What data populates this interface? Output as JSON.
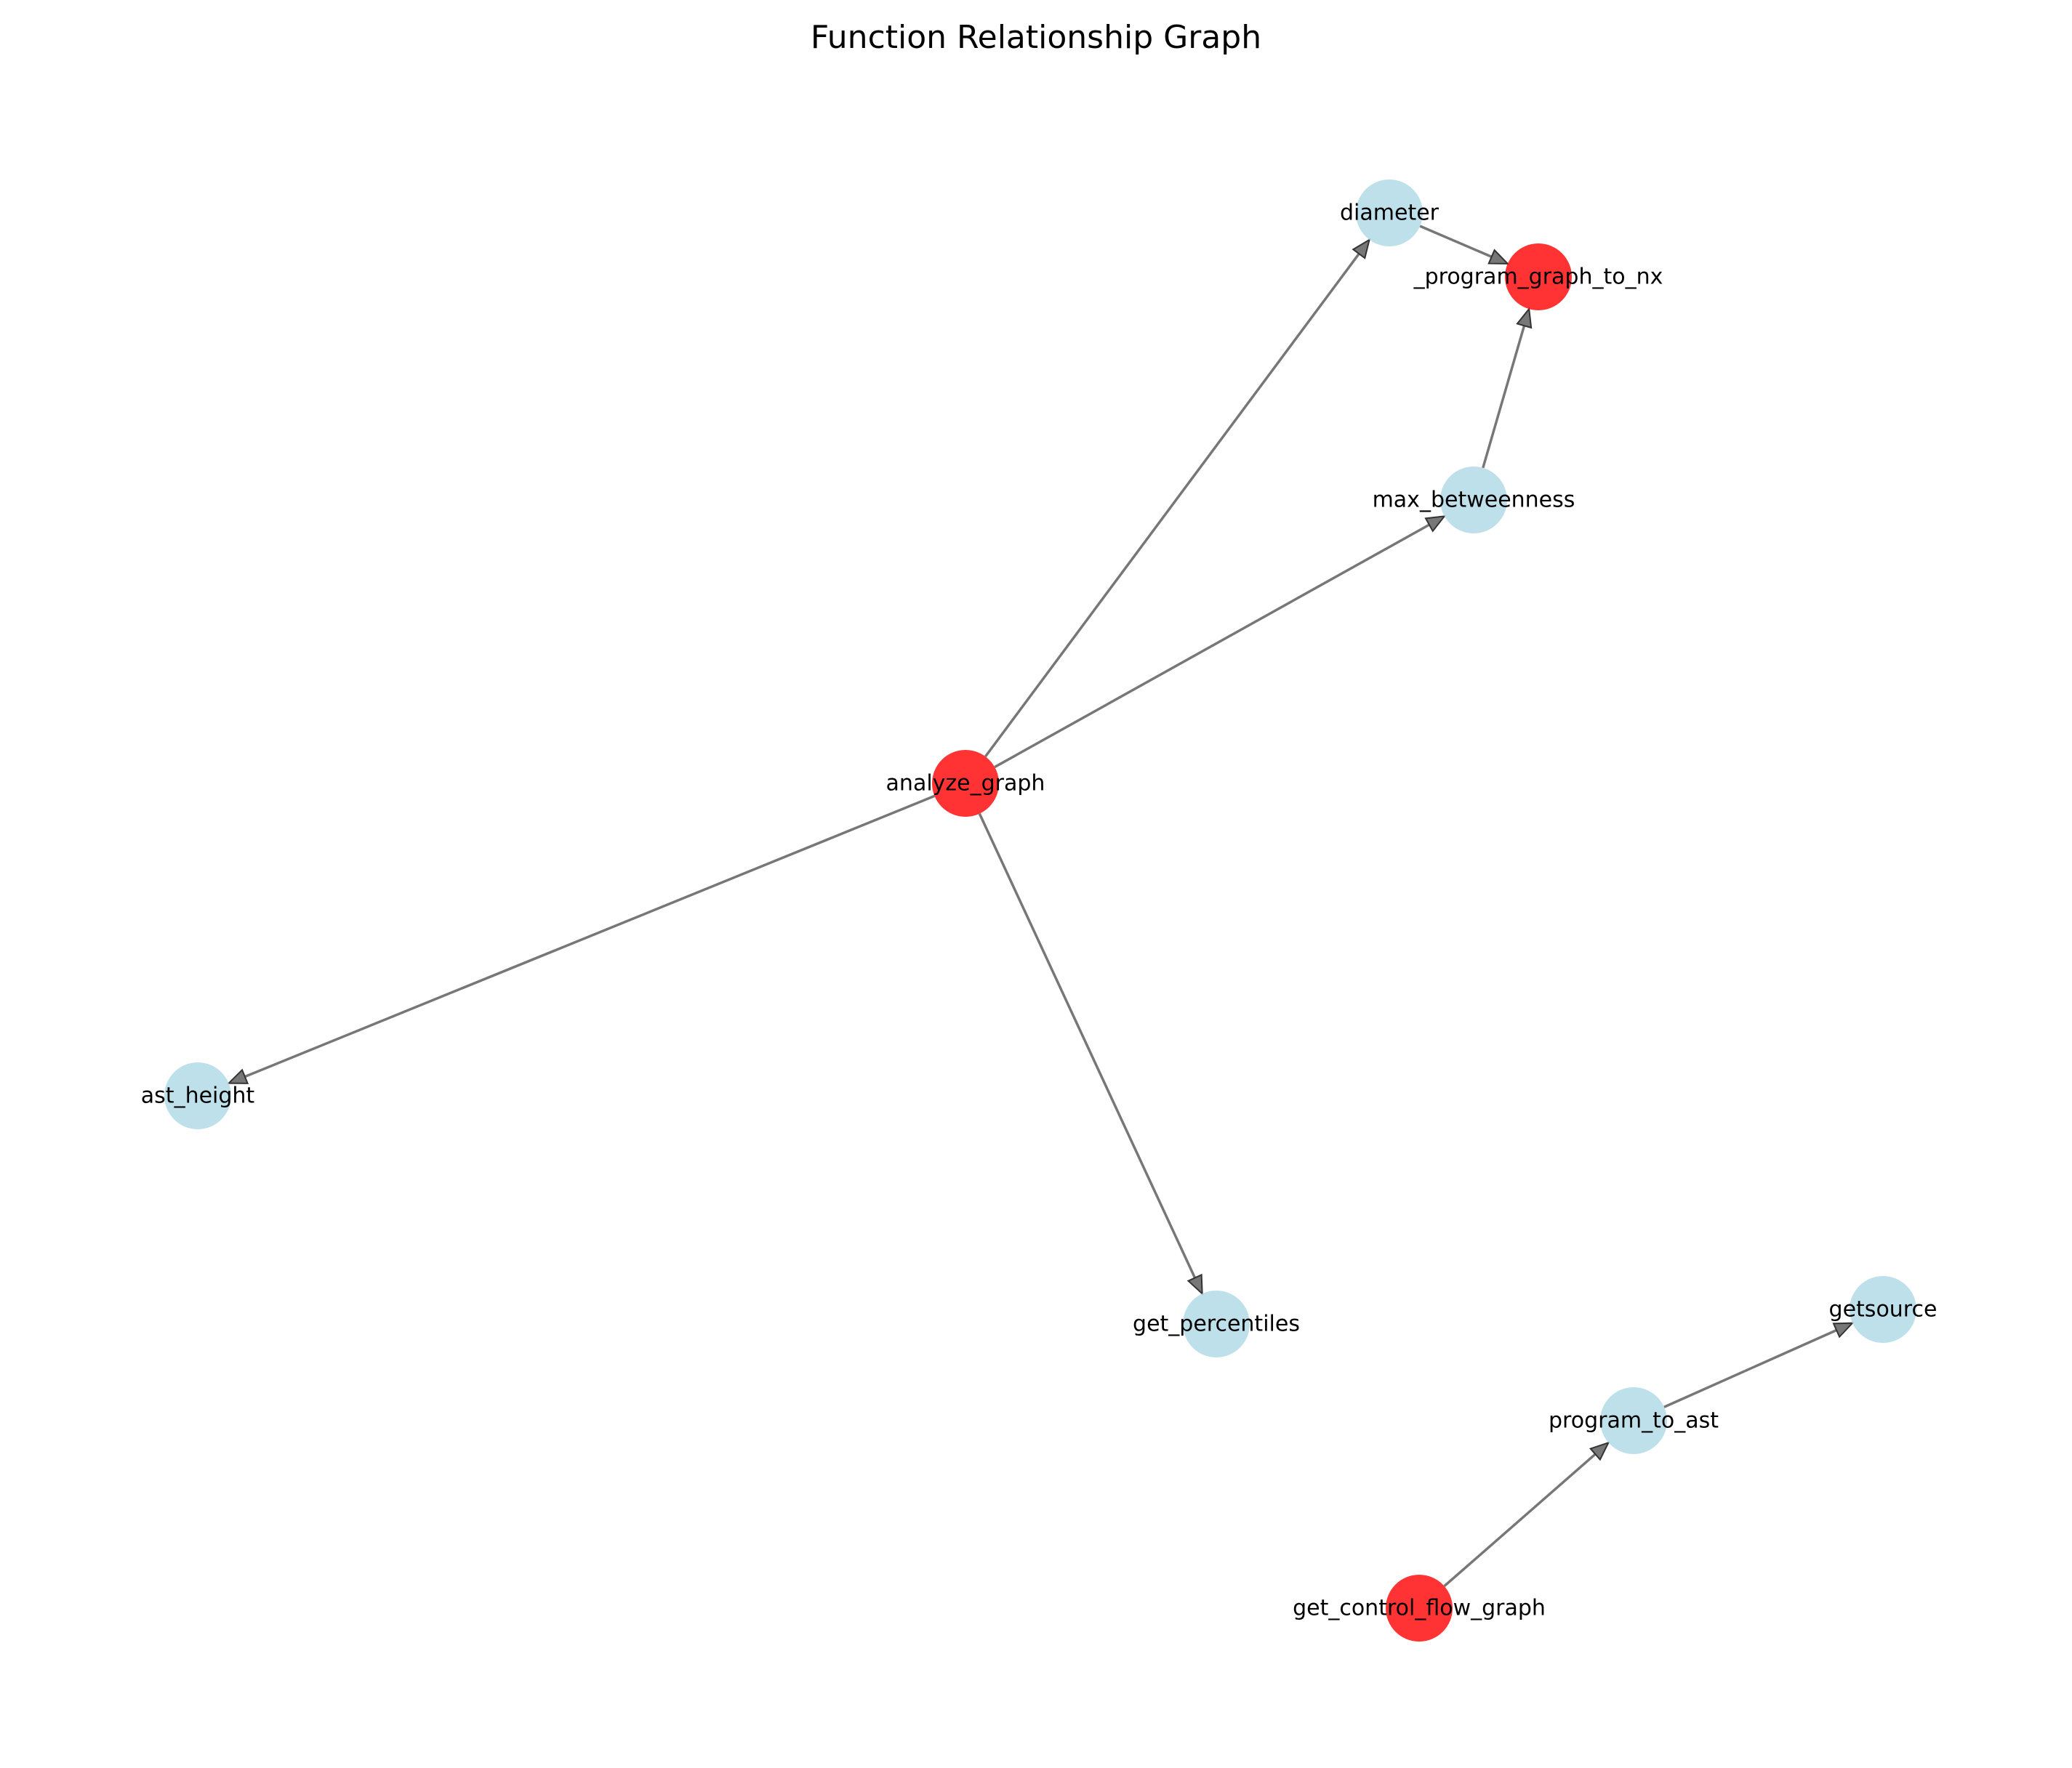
{
  "title": "Function Relationship Graph",
  "colors": {
    "highlight_node": "#ff0000",
    "default_node": "#add8e6",
    "edge": "#555555"
  },
  "nodes": [
    {
      "id": "diameter",
      "label": "diameter",
      "highlight": false
    },
    {
      "id": "_program_graph_to_nx",
      "label": "_program_graph_to_nx",
      "highlight": true
    },
    {
      "id": "max_betweenness",
      "label": "max_betweenness",
      "highlight": false
    },
    {
      "id": "analyze_graph",
      "label": "analyze_graph",
      "highlight": true
    },
    {
      "id": "ast_height",
      "label": "ast_height",
      "highlight": false
    },
    {
      "id": "get_percentiles",
      "label": "get_percentiles",
      "highlight": false
    },
    {
      "id": "getsource",
      "label": "getsource",
      "highlight": false
    },
    {
      "id": "program_to_ast",
      "label": "program_to_ast",
      "highlight": false
    },
    {
      "id": "get_control_flow_graph",
      "label": "get_control_flow_graph",
      "highlight": true
    }
  ],
  "edges": [
    {
      "source": "analyze_graph",
      "target": "diameter"
    },
    {
      "source": "analyze_graph",
      "target": "max_betweenness"
    },
    {
      "source": "analyze_graph",
      "target": "ast_height"
    },
    {
      "source": "analyze_graph",
      "target": "get_percentiles"
    },
    {
      "source": "diameter",
      "target": "_program_graph_to_nx"
    },
    {
      "source": "max_betweenness",
      "target": "_program_graph_to_nx"
    },
    {
      "source": "get_control_flow_graph",
      "target": "program_to_ast"
    },
    {
      "source": "program_to_ast",
      "target": "getsource"
    }
  ]
}
